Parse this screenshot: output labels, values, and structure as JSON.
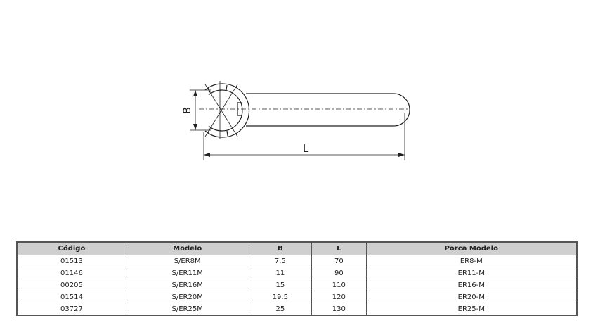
{
  "drawing": {
    "label_b": "B",
    "label_l": "L"
  },
  "table": {
    "headers": [
      "Código",
      "Modelo",
      "B",
      "L",
      "Porca Modelo"
    ],
    "rows": [
      [
        "01513",
        "S/ER8M",
        "7.5",
        "70",
        "ER8-M"
      ],
      [
        "01146",
        "S/ER11M",
        "11",
        "90",
        "ER11-M"
      ],
      [
        "00205",
        "S/ER16M",
        "15",
        "110",
        "ER16-M"
      ],
      [
        "01514",
        "S/ER20M",
        "19.5",
        "120",
        "ER20-M"
      ],
      [
        "03727",
        "S/ER25M",
        "25",
        "130",
        "ER25-M"
      ]
    ]
  }
}
